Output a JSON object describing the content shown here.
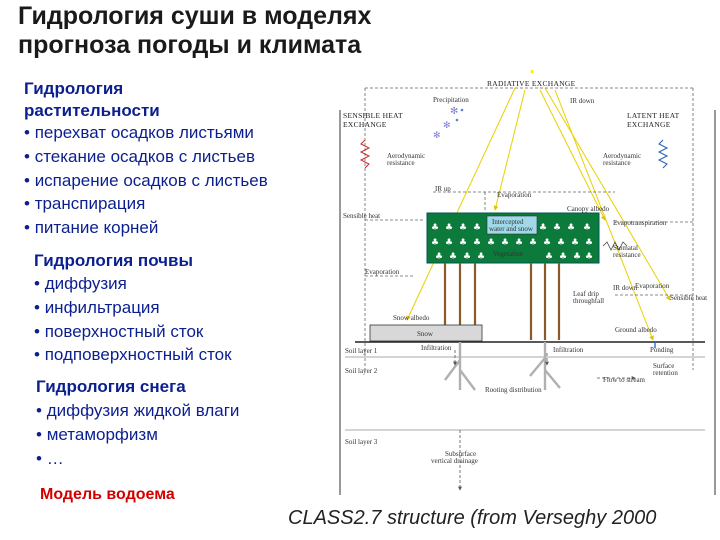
{
  "title": {
    "line1": "Гидрология суши в моделях",
    "line2": "прогноза погоды и климата"
  },
  "vegetation": {
    "heading_line1": "Гидрология",
    "heading_line2": "растительности",
    "items": [
      "перехват осадков листьями",
      "стекание осадков с листьев",
      "испарение осадков с листьев",
      "транспирация",
      "питание корней"
    ]
  },
  "soil": {
    "heading": "Гидрология почвы",
    "items": [
      "диффузия",
      "инфильтрация",
      "поверхностный сток",
      "подповерхностный сток"
    ]
  },
  "snow": {
    "heading": "Гидрология снега",
    "items": [
      "диффузия жидкой влаги",
      "метаморфизм",
      "…"
    ]
  },
  "lake_model": "Модель водоема",
  "caption": "CLASS2.7 structure (from Verseghy 2000",
  "diagram": {
    "radiative_exchange": "RADIATIVE EXCHANGE",
    "precipitation": "Precipitation",
    "ir_down_top": "IR down",
    "sensible_heat_exchange_1": "SENSIBLE HEAT",
    "sensible_heat_exchange_2": "EXCHANGE",
    "latent_heat_exchange_1": "LATENT HEAT",
    "latent_heat_exchange_2": "EXCHANGE",
    "aero_resistance_left_1": "Aerodynamic",
    "aero_resistance_left_2": "resistance",
    "aero_resistance_right_1": "Aerodynamic",
    "aero_resistance_right_2": "resistance",
    "ir_up": "IR up",
    "evaporation_top": "Evaporation",
    "canopy_albedo": "Canopy albedo",
    "sensible_heat": "Sensible heat",
    "intercepted_1": "Intercepted",
    "intercepted_2": "water and snow",
    "evapotranspiration": "Evapotranspiration",
    "vegetation": "Vegetation",
    "stomatal_1": "Stomatal",
    "stomatal_2": "resistance",
    "evaporation_left": "Evaporation",
    "leaf_drip_1": "Leaf drip",
    "leaf_drip_2": "throughfall",
    "ir_down_mid": "IR down",
    "evaporation_right": "Evaporation",
    "sensible_heat_right": "Sensible heat",
    "snow_albedo": "Snow albedo",
    "ground_albedo": "Ground albedo",
    "snow": "Snow",
    "soil_layer_1": "Soil layer 1",
    "infiltration_1": "Infiltration",
    "infiltration_2": "Infiltration",
    "ponding": "Ponding",
    "surface_retention_1": "Surface",
    "surface_retention_2": "retention",
    "soil_layer_2": "Soil layer 2",
    "flow_to_stream": "Flow to stream",
    "rooting_distribution": "Rooting distribution",
    "soil_layer_3": "Soil layer 3",
    "subsurface_1": "Subsurface",
    "subsurface_2": "vertical drainage"
  }
}
